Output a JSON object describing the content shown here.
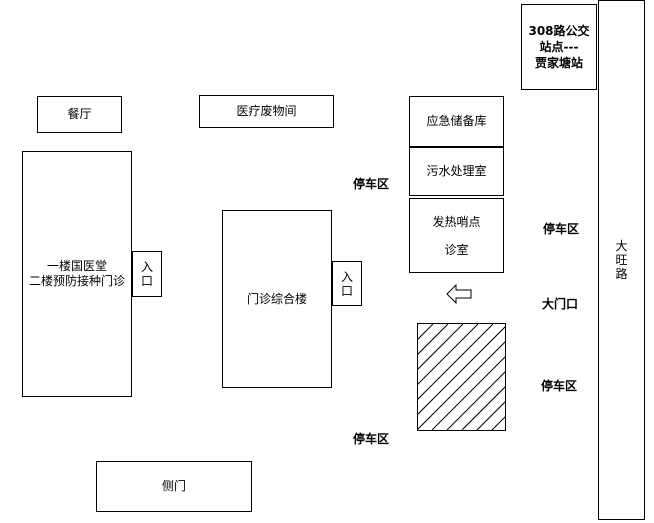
{
  "buildings": {
    "canteen": "餐厅",
    "medical_waste": "医疗废物间",
    "emergency_storage": "应急储备库",
    "sewage": "污水处理室",
    "fever_clinic_line1": "发热哨点",
    "fever_clinic_line2": "诊室",
    "guoyitang_line1": "一楼国医堂",
    "guoyitang_line2": "二楼预防接种门诊",
    "outpatient": "门诊综合楼",
    "side_gate": "侧门",
    "bus_stop_line1": "308路公交",
    "bus_stop_line2": "站点---",
    "bus_stop_line3": "贾家塘站"
  },
  "entrances": {
    "left_chars": [
      "入",
      "口"
    ],
    "middle_chars": [
      "入",
      "口"
    ]
  },
  "road": {
    "chars": [
      "大",
      "旺",
      "路"
    ]
  },
  "parking": {
    "top_middle": "停车区",
    "right_upper": "停车区",
    "right_lower": "停车区",
    "bottom_middle": "停车区"
  },
  "main_gate": "大门口",
  "arrow_icon": "left-arrow-icon"
}
